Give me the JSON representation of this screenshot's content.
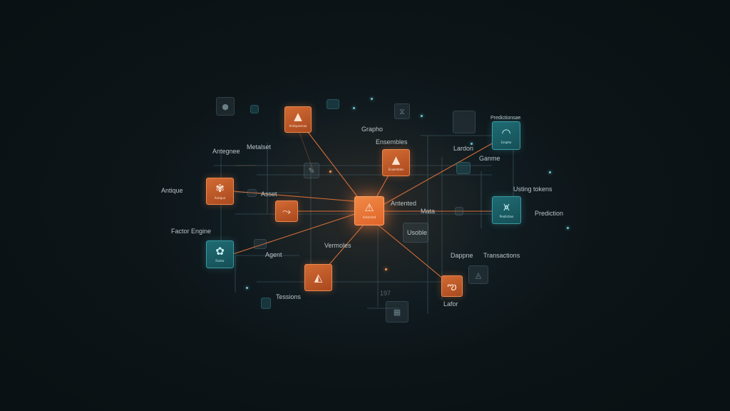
{
  "colors": {
    "background": "#0d1519",
    "orange_node": "#c65d2c",
    "hub_node": "#f07a38",
    "teal_node": "#1c6068",
    "connector_orange": "#e8763a",
    "grid_line": "#3e5a64"
  },
  "labels": {
    "antique": "Antique",
    "antegnee": "Antegnee",
    "metalset": "Metalset",
    "asset": "Asset",
    "grapho": "Grapho",
    "ensembles": "Ensembles",
    "antented": "Antented",
    "mata": "Mata",
    "usoble": "Usoble",
    "vermoles": "Vermoles",
    "agent": "Agent",
    "factor_engine": "Factor Engine",
    "tessions": "Tessions",
    "lardon": "Lardon",
    "ganme": "Ganme",
    "prediction_source": "Predictionsae",
    "usting_tokens": "Usting tokens",
    "prediction": "Prediction",
    "dappne": "Dappne",
    "transactions": "Transactions",
    "lafor": "Lafor",
    "number": "197"
  },
  "nodes": {
    "top_left_orange": {
      "icon": "triangle-icon",
      "glyph": "▲",
      "caption": "Antiquesnaa"
    },
    "upper_center_orange": {
      "icon": "triangle-icon",
      "glyph": "▲",
      "caption": "Ensembles"
    },
    "left_orange": {
      "icon": "flower-icon",
      "glyph": "✾",
      "caption": "Antique"
    },
    "mid_left_orange": {
      "icon": "branch-icon",
      "glyph": "⤳"
    },
    "hub": {
      "icon": "warning-triangle-icon",
      "glyph": "⚠",
      "caption": "Antented"
    },
    "bottom_left_teal": {
      "icon": "flower-icon",
      "glyph": "✿",
      "caption": "Factor"
    },
    "bottom_center_orange": {
      "icon": "triangle-pen-icon",
      "glyph": "◭"
    },
    "bottom_right_orange": {
      "icon": "signature-icon",
      "glyph": "ఌ"
    },
    "top_right_teal": {
      "icon": "gauge-icon",
      "glyph": "◠",
      "caption": "Grapho"
    },
    "right_teal": {
      "icon": "chart-area-icon",
      "glyph": "⩙",
      "caption": "Prediction"
    }
  }
}
